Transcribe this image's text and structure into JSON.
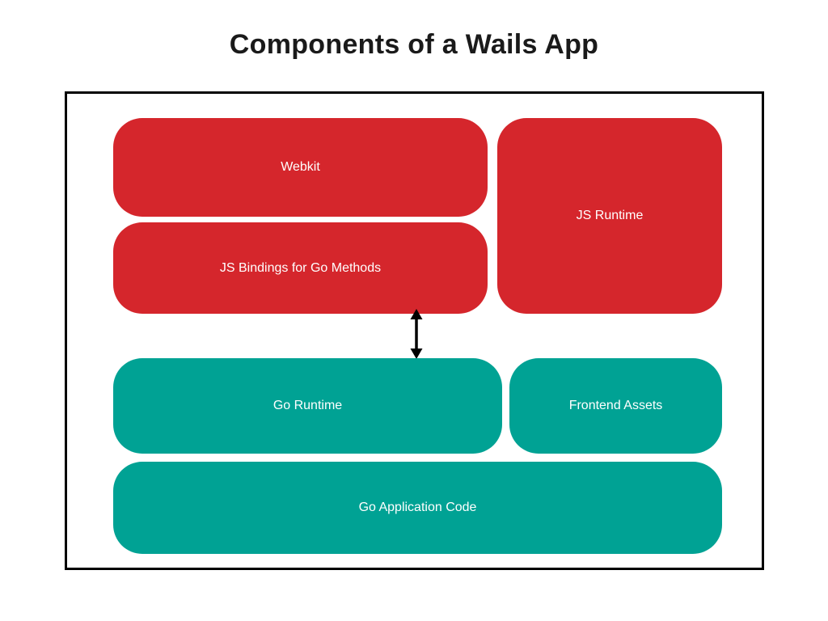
{
  "title": "Components of a Wails App",
  "colors": {
    "red": "#d5262c",
    "teal": "#00a294",
    "frame_border": "#000000",
    "background": "#ffffff",
    "box_text": "#ffffff",
    "title_text": "#1a1a1a"
  },
  "boxes": {
    "webkit": {
      "label": "Webkit"
    },
    "js_runtime": {
      "label": "JS Runtime"
    },
    "js_bindings": {
      "label": "JS Bindings for Go Methods"
    },
    "go_runtime": {
      "label": "Go Runtime"
    },
    "frontend_assets": {
      "label": "Frontend Assets"
    },
    "go_application_code": {
      "label": "Go Application Code"
    }
  },
  "icons": {
    "bidirectional_arrow": "up-down-arrow"
  }
}
